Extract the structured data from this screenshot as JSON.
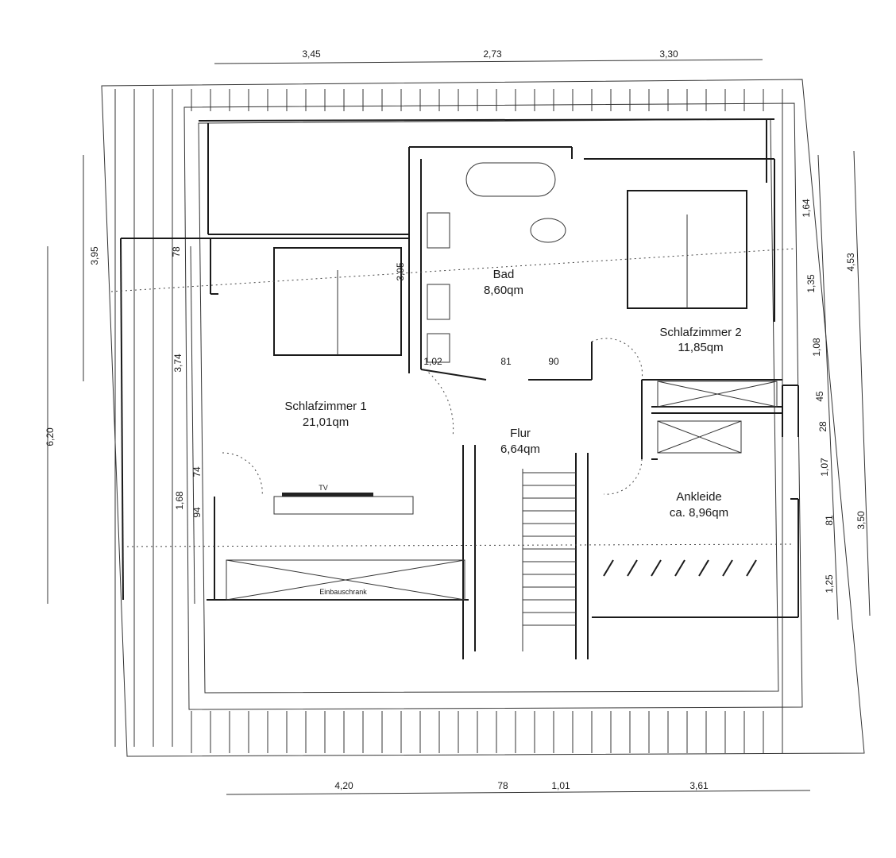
{
  "rooms": {
    "bad": {
      "name": "Bad",
      "area": "8,60qm"
    },
    "schlafzimmer2": {
      "name": "Schlafzimmer 2",
      "area": "11,85qm"
    },
    "schlafzimmer1": {
      "name": "Schlafzimmer 1",
      "area": "21,01qm"
    },
    "flur": {
      "name": "Flur",
      "area": "6,64qm"
    },
    "ankleide": {
      "name": "Ankleide",
      "area": "ca. 8,96qm"
    }
  },
  "furniture": {
    "tv": "TV",
    "wardrobe": "Einbauschrank"
  },
  "dimensions": {
    "top": [
      "3,45",
      "2,73",
      "3,30"
    ],
    "bottom": [
      "4,20",
      "78",
      "1,01",
      "3,61"
    ],
    "left": [
      "6,20",
      "3,95",
      "78",
      "3,74",
      "1,68",
      "74",
      "94"
    ],
    "right": [
      "1,64",
      "1,35",
      "1,08",
      "45",
      "28",
      "1,07",
      "81",
      "1,25",
      "4,53",
      "3,50"
    ],
    "interior": [
      "3,95",
      "1,02",
      "81",
      "90"
    ]
  }
}
